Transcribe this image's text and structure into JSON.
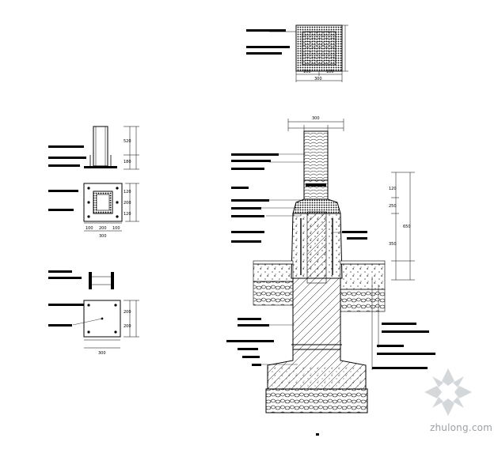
{
  "watermark": {
    "text": "zhulong.com",
    "logo_icon": "zhulong-logo-icon"
  },
  "dimensions": {
    "top_width": "300",
    "top_sub": [
      "100",
      "100"
    ],
    "main_width": "300",
    "right_dims": [
      "120",
      "250",
      "650",
      "350"
    ],
    "upper_left_dims": [
      "520",
      "180"
    ],
    "mid_left_dims": [
      "120",
      "200",
      "120"
    ],
    "mid_left_bottom": [
      "100",
      "200",
      "100"
    ],
    "mid_left_total": "300",
    "lower_left_dims": [
      "200",
      "200"
    ],
    "lower_left_bottom": "300"
  }
}
